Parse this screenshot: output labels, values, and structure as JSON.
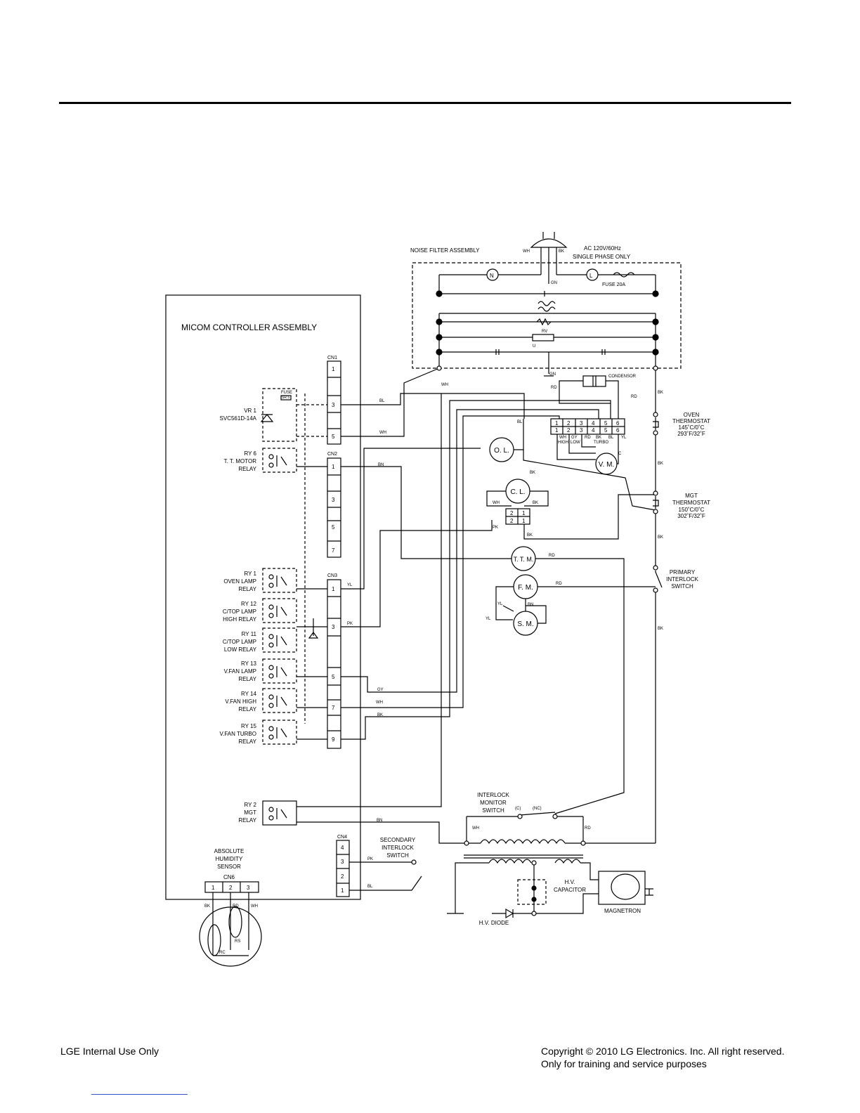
{
  "labels": {
    "noise_filter": "NOISE FILTER ASSEMBLY",
    "ac_line1": "AC 120V/60Hz",
    "ac_line2": "SINGLE PHASE ONLY",
    "wh": "WH",
    "bk": "BK",
    "gn": "GN",
    "rd": "RD",
    "bl": "BL",
    "bn": "BN",
    "pk": "PK",
    "yl": "YL",
    "gy": "GY",
    "n": "N",
    "l": "L",
    "fuse20a": "FUSE 20A",
    "rv": "RV",
    "u": "U",
    "condensor": "CONDENSOR",
    "micom": "MICOM CONTROLLER ASSEMBLY",
    "cn1": "CN1",
    "cn2": "CN2",
    "cn3": "CN3",
    "cn4": "CN4",
    "cn6": "CN6",
    "fuse": "FUSE",
    "sr5": "SR 5",
    "vr1": "VR 1",
    "vr1_part": "SVC561D-14A",
    "ry6": "RY 6",
    "ry6_b": "T. T. MOTOR",
    "relay": "RELAY",
    "ry1": "RY 1",
    "ry1_b": "OVEN LAMP",
    "ry12": "RY 12",
    "ry12_b": "C/TOP LAMP",
    "ry12_c": "HIGH RELAY",
    "ry11": "RY 11",
    "ry11_b": "C/TOP LAMP",
    "ry11_c": "LOW RELAY",
    "ry13": "RY 13",
    "ry13_b": "V.FAN LAMP",
    "ry14": "RY 14",
    "ry14_b": "V.FAN HIGH",
    "ry15": "RY 15",
    "ry15_b": "V.FAN TURBO",
    "ry2": "RY 2",
    "ry2_b": "MGT",
    "ahs1": "ABSOLUTE",
    "ahs2": "HUMIDITY",
    "ahs3": "SENSOR",
    "rc": "RC",
    "rs": "RS",
    "ol": "O. L.",
    "cl": "C. L.",
    "ttm": "T. T. M.",
    "fm": "F. M.",
    "sm": "S. M.",
    "vm": "V. M.",
    "high": "HIGH",
    "low": "LOW",
    "turbo": "TURBO",
    "c": "C",
    "oven_t1": "OVEN",
    "oven_t2": "THERMOSTAT",
    "oven_t3": "145˚C/0˚C",
    "oven_t4": "293˚F/32˚F",
    "mgt_t1": "MGT",
    "mgt_t2": "THERMOSTAT",
    "mgt_t3": "150˚C/0˚C",
    "mgt_t4": "302˚F/32˚F",
    "prim1": "PRIMARY",
    "prim2": "INTERLOCK",
    "prim3": "SWITCH",
    "mon1": "INTERLOCK",
    "mon2": "MONITOR",
    "mon3": "SWITCH",
    "mon_c": "(C)",
    "mon_nc": "(NC)",
    "sec1": "SECONDARY",
    "sec2": "INTERLOCK",
    "sec3": "SWITCH",
    "hvcap1": "H.V.",
    "hvcap2": "CAPACITOR",
    "hvdiode": "H.V. DIODE",
    "magnetron": "MAGNETRON",
    "p1": "1",
    "p2": "2",
    "p3": "3",
    "p4": "4",
    "p5": "5",
    "p6": "6",
    "p7": "7",
    "p9": "9"
  },
  "footer": {
    "left": "LGE Internal Use Only",
    "right_line1": "Copyright © 2010 LG Electronics. Inc. All right reserved.",
    "right_line2": "Only for training and service purposes"
  }
}
